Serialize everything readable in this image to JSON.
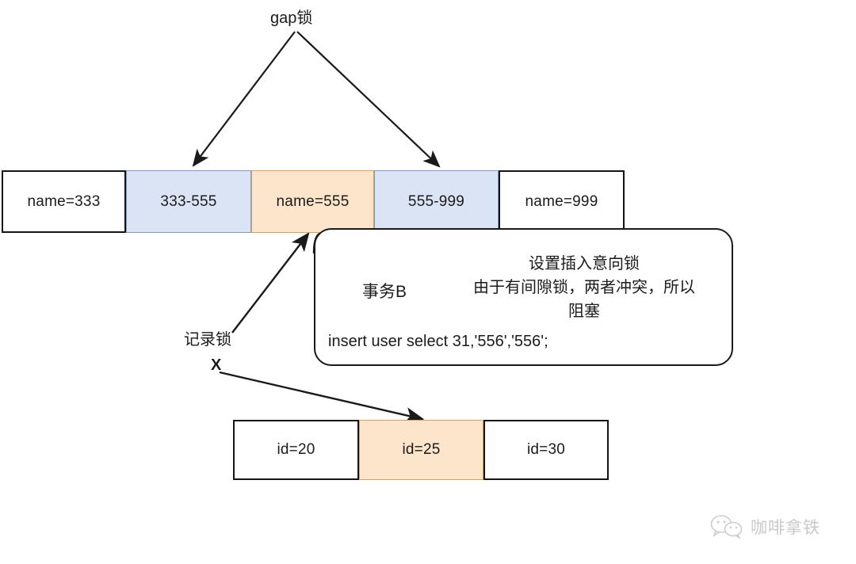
{
  "diagram": {
    "title_label": "gap锁",
    "record_lock_label": "记录锁",
    "record_lock_mark": "X",
    "index_row": {
      "cells": [
        {
          "text": "name=333",
          "kind": "record",
          "style": "white"
        },
        {
          "text": "333-555",
          "kind": "gap",
          "style": "blue"
        },
        {
          "text": "name=555",
          "kind": "record",
          "style": "orange"
        },
        {
          "text": "555-999",
          "kind": "gap",
          "style": "blue"
        },
        {
          "text": "name=999",
          "kind": "record",
          "style": "white"
        }
      ]
    },
    "note": {
      "transaction": "事务B",
      "description_lines": [
        "设置插入意向锁",
        "由于有间隙锁，两者冲突，所以",
        "阻塞"
      ],
      "description": "设置插入意向锁\n由于有间隙锁，两者冲突，所以\n阻塞",
      "sql": "insert user select 31,'556','556';"
    },
    "primary_row": {
      "cells": [
        {
          "text": "id=20",
          "style": "white"
        },
        {
          "text": "id=25",
          "style": "orange"
        },
        {
          "text": "id=30",
          "style": "white"
        }
      ]
    },
    "colors": {
      "gap_fill": "#dae4f4",
      "gap_border": "#7e9ccb",
      "record_fill": "#fce5ca",
      "record_border": "#d6a452",
      "plain_fill": "#ffffff",
      "plain_border": "#141414",
      "stroke": "#1a1a1a",
      "text": "#1b1b1b"
    }
  },
  "watermark": {
    "icon": "wechat-icon",
    "text": "咖啡拿铁"
  }
}
